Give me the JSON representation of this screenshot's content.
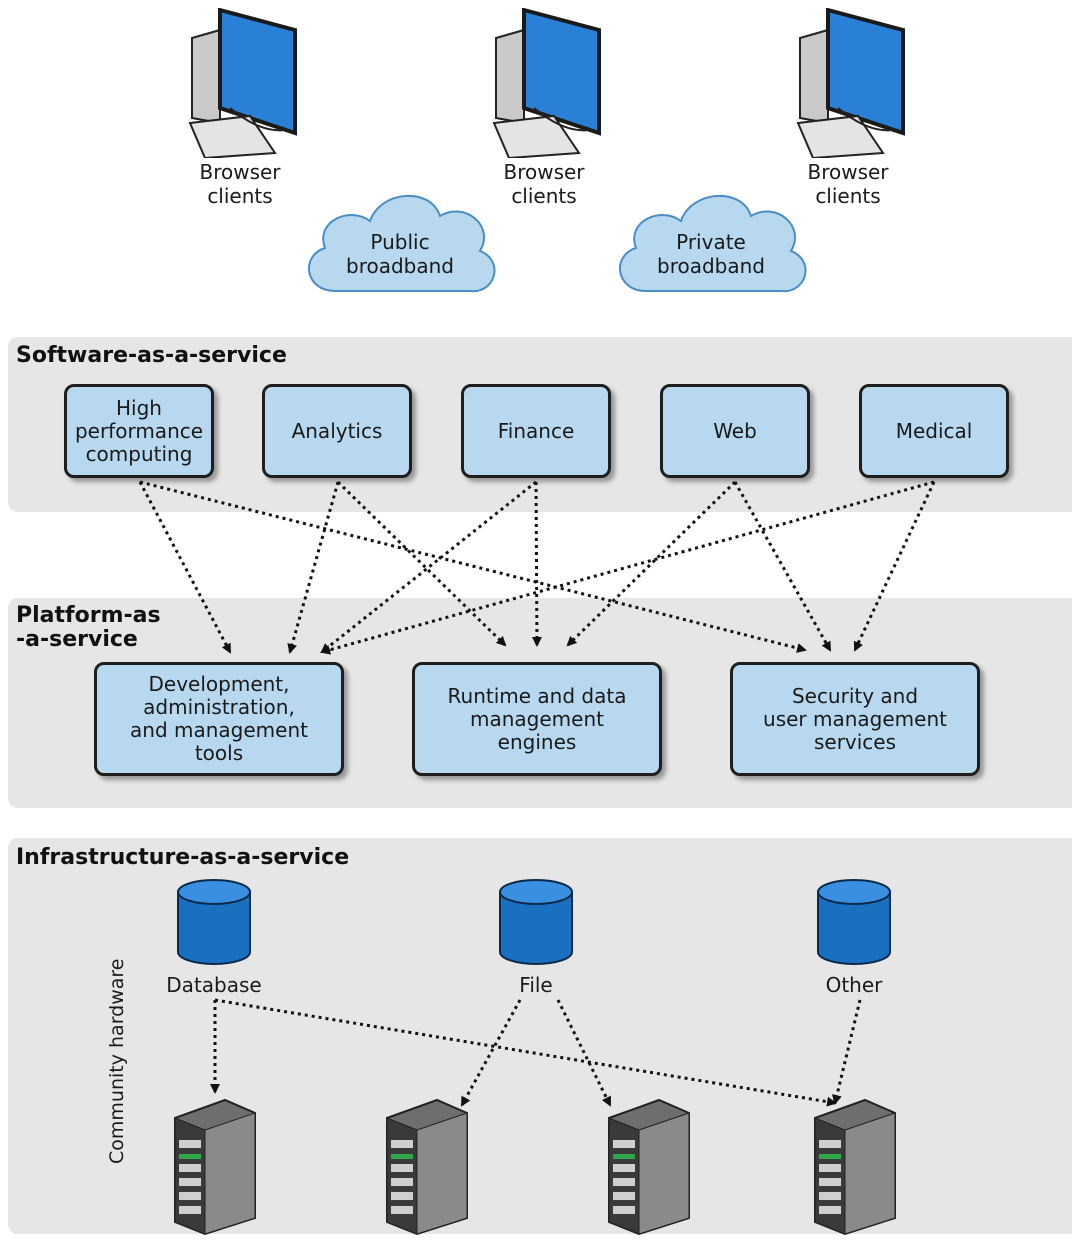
{
  "colors": {
    "band_bg": "#e6e6e6",
    "box_fill": "#b8d8ef",
    "cloud_fill": "#b8d8ef",
    "database_blue": "#1b6fc0",
    "monitor_blue": "#2a7fd6"
  },
  "clients": [
    {
      "label": "Browser\nclients",
      "icon": "computer-icon"
    },
    {
      "label": "Browser\nclients",
      "icon": "computer-icon"
    },
    {
      "label": "Browser\nclients",
      "icon": "computer-icon"
    }
  ],
  "networks": [
    {
      "label": "Public\nbroadband",
      "icon": "cloud-icon"
    },
    {
      "label": "Private\nbroadband",
      "icon": "cloud-icon"
    }
  ],
  "saas": {
    "title": "Software-as-a-service",
    "items": [
      "High\nperformance\ncomputing",
      "Analytics",
      "Finance",
      "Web",
      "Medical"
    ]
  },
  "paas": {
    "title": "Platform-as\n-a-service",
    "items": [
      "Development,\nadministration,\nand management\ntools",
      "Runtime and data\nmanagement\nengines",
      "Security and\nuser management\nservices"
    ]
  },
  "iaas": {
    "title": "Infrastructure-as-a-service",
    "storage": [
      {
        "label": "Database",
        "icon": "database-icon"
      },
      {
        "label": "File",
        "icon": "database-icon"
      },
      {
        "label": "Other",
        "icon": "database-icon"
      }
    ],
    "servers": [
      "server-icon",
      "server-icon",
      "server-icon",
      "server-icon"
    ],
    "side_label": "Community hardware"
  },
  "links": {
    "saas_to_paas": [
      [
        0,
        0
      ],
      [
        0,
        2
      ],
      [
        1,
        0
      ],
      [
        1,
        1
      ],
      [
        2,
        0
      ],
      [
        2,
        1
      ],
      [
        3,
        1
      ],
      [
        3,
        2
      ],
      [
        4,
        0
      ],
      [
        4,
        2
      ]
    ],
    "storage_to_servers": [
      [
        0,
        0
      ],
      [
        0,
        3
      ],
      [
        1,
        1
      ],
      [
        1,
        2
      ],
      [
        2,
        3
      ]
    ]
  }
}
